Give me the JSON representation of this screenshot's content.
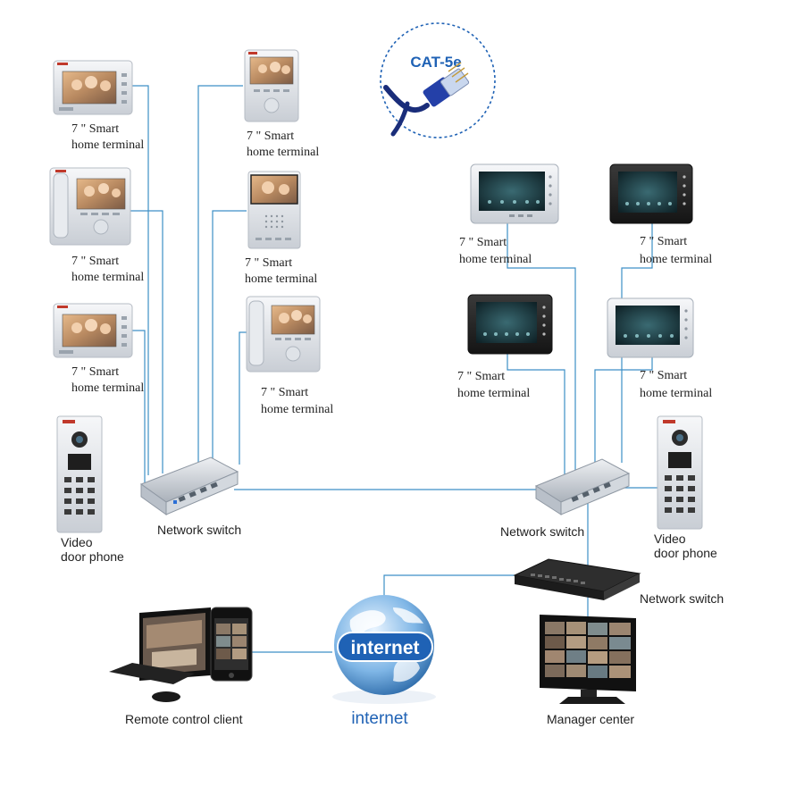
{
  "cable_badge": {
    "label": "CAT-5e",
    "color": "#1f62b5"
  },
  "terminal_label": {
    "line1": "7 \" Smart",
    "line2": "home terminal"
  },
  "labels": {
    "network_switch": "Network switch",
    "video_door_phone_l1": "Video",
    "video_door_phone_l2": "door phone",
    "remote_client": "Remote control client",
    "internet_caption": "internet",
    "internet_globe": "internet",
    "manager_center": "Manager center"
  },
  "colors": {
    "cable": "#3d8fc6",
    "caption_blue": "#1f62b5",
    "text": "#222222"
  },
  "icons": [
    "cat5e-cable-icon",
    "globe-icon",
    "network-switch-icon",
    "door-phone-icon",
    "monitor-icon",
    "smartphone-icon"
  ]
}
